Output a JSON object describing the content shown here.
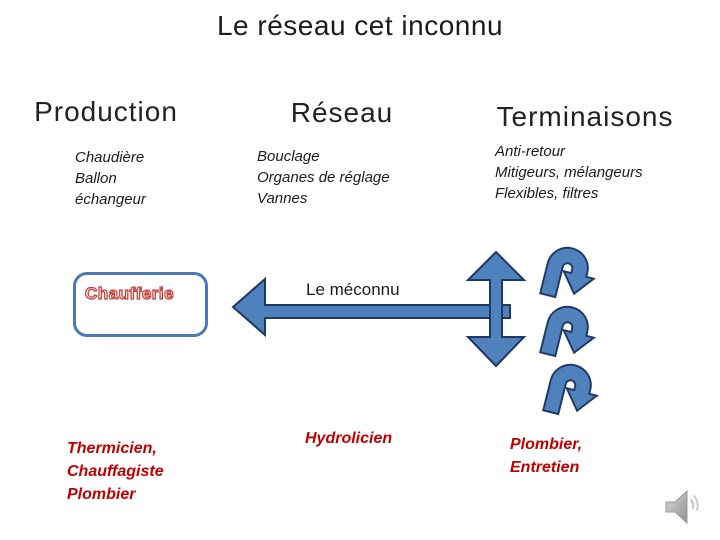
{
  "slide": {
    "title": "Le réseau cet inconnu"
  },
  "columns": {
    "production": {
      "header": "Production",
      "details": [
        "Chaudière",
        "Ballon",
        "échangeur"
      ],
      "roles": [
        "Thermicien,",
        "Chauffagiste",
        "Plombier"
      ]
    },
    "reseau": {
      "header": "Réseau",
      "details": [
        "Bouclage",
        "Organes de réglage",
        "Vannes"
      ],
      "roles": [
        "Hydrolicien"
      ]
    },
    "terminaisons": {
      "header": "Terminaisons",
      "details": [
        "Anti-retour",
        "Mitigeurs, mélangeurs",
        "Flexibles, filtres"
      ],
      "roles": [
        "Plombier,",
        "Entretien"
      ]
    }
  },
  "diagram": {
    "box_label": "Chaufferie",
    "arrow_label": "Le méconnu",
    "icons": [
      "left-arrow-icon",
      "up-down-arrow-icon",
      "u-turn-arrow-icon",
      "speaker-icon"
    ],
    "colors": {
      "arrow_fill": "#4f81bd",
      "arrow_stroke": "#1f3864",
      "box_border": "#4a79b5",
      "red_text": "#c00000"
    }
  }
}
